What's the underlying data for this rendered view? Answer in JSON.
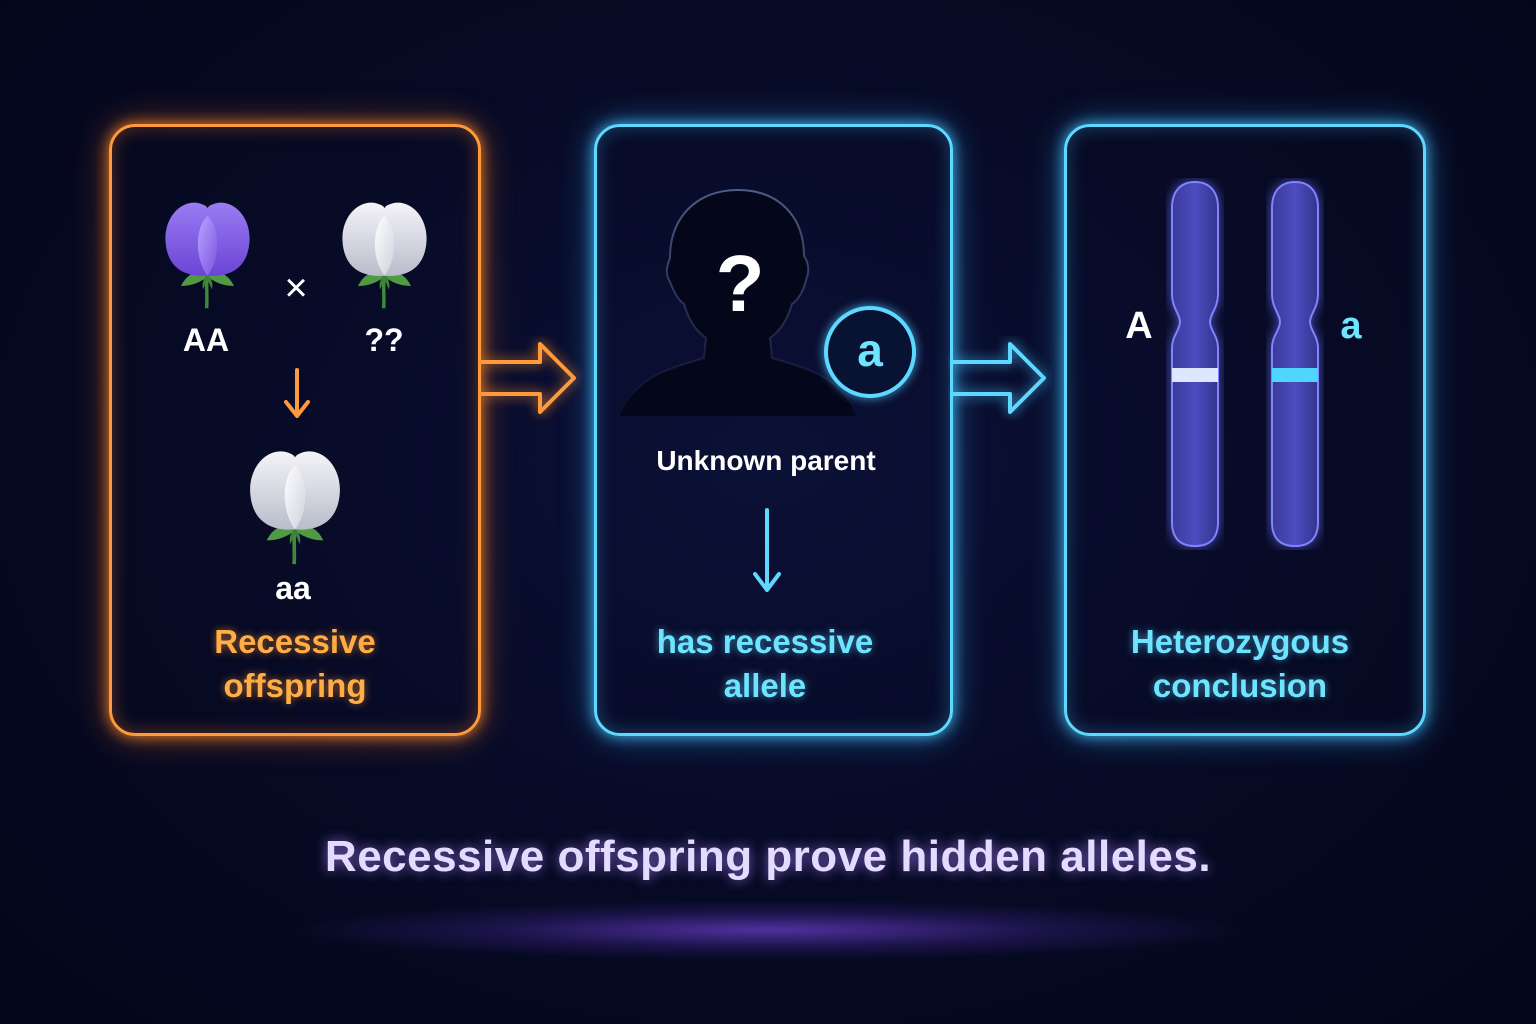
{
  "panels": [
    {
      "parent_left_genotype": "AA",
      "parent_right_genotype": "??",
      "cross_symbol": "×",
      "offspring_genotype": "aa",
      "caption_line1": "Recessive",
      "caption_line2": "offspring",
      "accent_color": "#ffa640"
    },
    {
      "question_mark": "?",
      "allele_badge": "a",
      "subject_label": "Unknown parent",
      "caption_line1": "has recessive",
      "caption_line2": "allele",
      "accent_color": "#5fd8ff"
    },
    {
      "left_allele": "A",
      "right_allele": "a",
      "caption_line1": "Heterozygous",
      "caption_line2": "conclusion",
      "accent_color": "#5fd8ff"
    }
  ],
  "footer": {
    "text": "Recessive offspring prove hidden alleles."
  },
  "icons": {
    "purple_flower": "purple-flower-icon",
    "white_flower": "white-flower-icon",
    "silhouette": "person-silhouette-icon",
    "chromosome": "chromosome-icon"
  }
}
